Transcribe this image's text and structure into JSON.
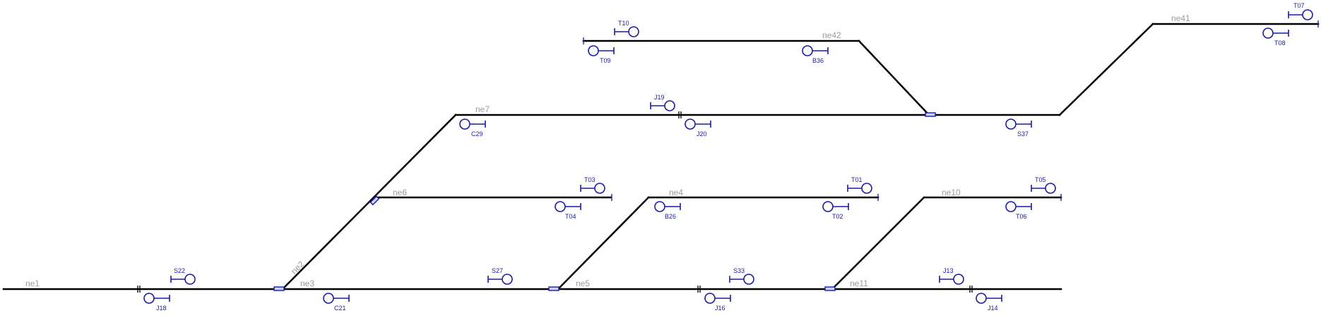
{
  "segments": {
    "ne1": "ne1",
    "ne3": "ne3",
    "ne2": "ne2",
    "ne5": "ne5",
    "ne11": "ne11",
    "ne4": "ne4",
    "ne6": "ne6",
    "ne10": "ne10",
    "ne7": "ne7",
    "ne42": "ne42",
    "ne41": "ne41"
  },
  "signals": {
    "S22": "S22",
    "J18": "J18",
    "C21": "C21",
    "S27": "S27",
    "S33": "S33",
    "J16": "J16",
    "J13": "J13",
    "J14": "J14",
    "T03": "T03",
    "T04": "T04",
    "B26": "B26",
    "T01": "T01",
    "T02": "T02",
    "T05": "T05",
    "T06": "T06",
    "C29": "C29",
    "J19": "J19",
    "J20": "J20",
    "S37": "S37",
    "T10": "T10",
    "T09": "T09",
    "B36": "B36",
    "T07": "T07",
    "T08": "T08"
  },
  "colors": {
    "track": "#000000",
    "signal": "#1a1aa8",
    "segment_label": "#9a9a9a"
  }
}
